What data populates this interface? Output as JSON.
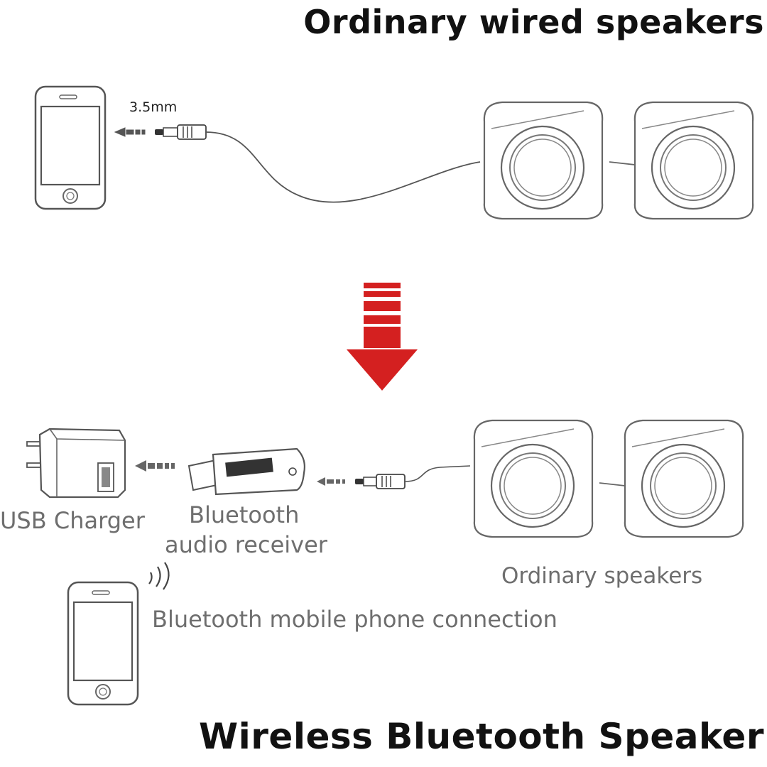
{
  "titles": {
    "top": "Ordinary wired speakers",
    "bottom": "Wireless Bluetooth Speaker"
  },
  "labels": {
    "jack_size": "3.5mm",
    "usb_charger": "USB Charger",
    "bt_receiver_line1": "Bluetooth",
    "bt_receiver_line2": "audio receiver",
    "ordinary_speakers": "Ordinary speakers",
    "phone_connection": "Bluetooth mobile phone connection"
  },
  "colors": {
    "arrow": "#d42020",
    "line": "#555555",
    "text_gray": "#6e6e6e"
  },
  "icons": [
    "smartphone-icon",
    "speaker-icon",
    "audio-jack-icon",
    "usb-charger-icon",
    "bluetooth-receiver-icon",
    "wireless-signal-icon",
    "down-arrow-icon"
  ]
}
